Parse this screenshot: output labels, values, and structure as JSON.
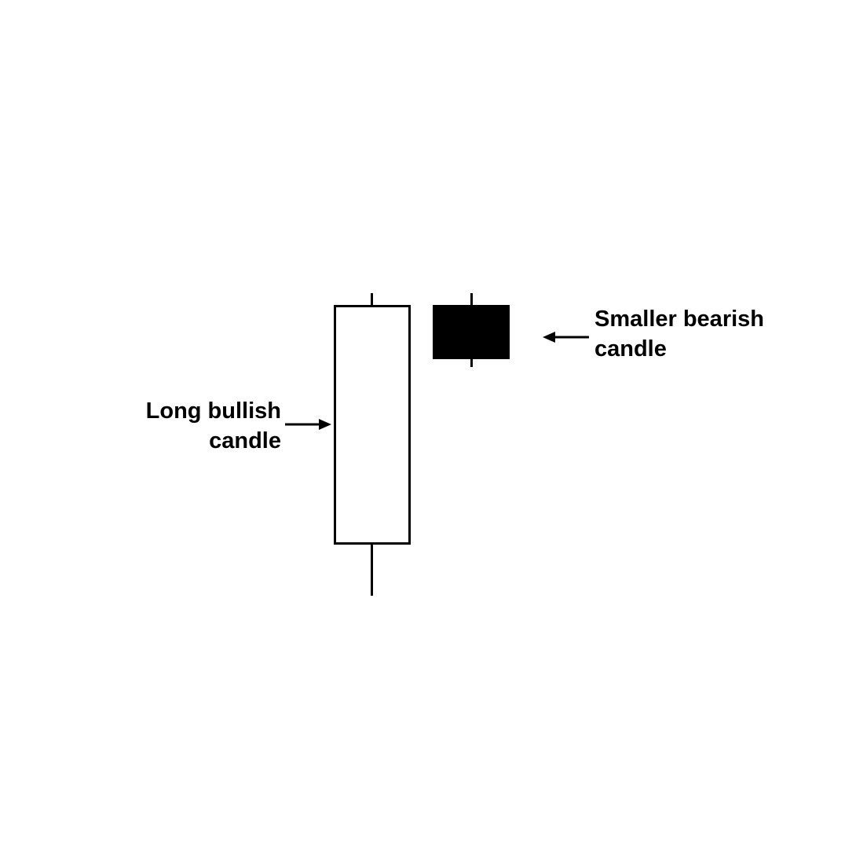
{
  "diagram": {
    "type": "candlestick-pattern",
    "colors": {
      "background": "#ffffff",
      "ink": "#000000",
      "bullish_body_fill": "#ffffff",
      "bearish_body_fill": "#000000"
    },
    "candles": [
      {
        "id": "long-bullish",
        "direction": "bullish",
        "size": "long"
      },
      {
        "id": "smaller-bearish",
        "direction": "bearish",
        "size": "small"
      }
    ],
    "labels": {
      "long_bullish": {
        "line1": "Long bullish",
        "line2": "candle"
      },
      "smaller_bearish": {
        "line1": "Smaller bearish",
        "line2": "candle"
      }
    }
  }
}
